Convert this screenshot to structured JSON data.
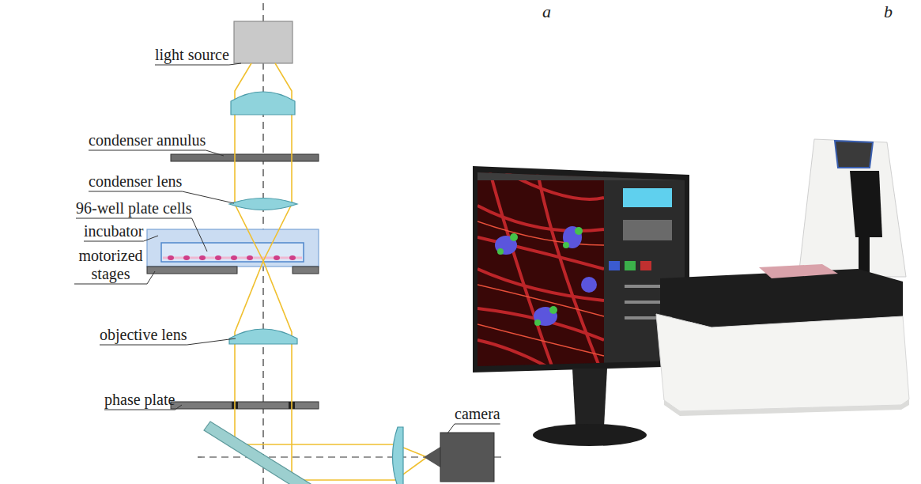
{
  "diagram": {
    "labels": [
      "a",
      "b",
      "light source",
      "condenser annulus",
      "condenser lens",
      "96-well plate cells",
      "incubator",
      "motorized stages",
      "objective lens",
      "phase plate",
      "camera"
    ]
  }
}
